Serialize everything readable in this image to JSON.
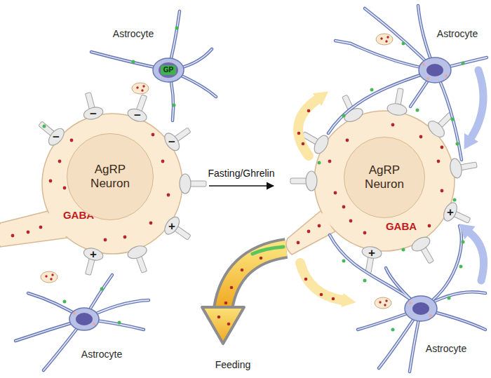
{
  "diagram": {
    "nodes": [
      {
        "text": [
          "Astrocyte"
        ]
      },
      {
        "text": [
          "GABA"
        ]
      },
      {
        "text": [
          "AgRP Neuron"
        ],
        "in": 1
      },
      {
        "text": [
          "Astrocyte"
        ]
      },
      {
        "text": [
          "Astrocyte"
        ]
      },
      {
        "text": [
          "GABA"
        ]
      },
      {
        "text": [
          "AgRP Neuron"
        ],
        "in": 5
      },
      {
        "text": [
          "Astrocyte"
        ]
      }
    ],
    "edges": [
      {
        "from": 1,
        "to": 5,
        "label": "Fasting/Ghrelin",
        "arrow": "to"
      }
    ],
    "labels": [
      "GP",
      "Feeding",
      "−",
      "−",
      "−",
      "−",
      "+",
      "+",
      "+",
      "+"
    ]
  }
}
